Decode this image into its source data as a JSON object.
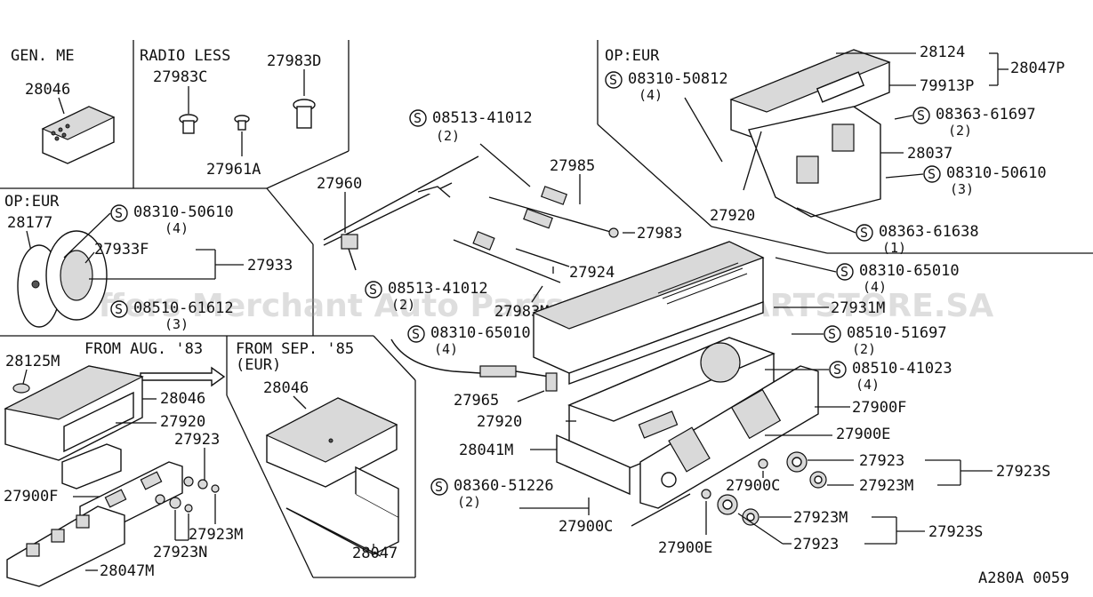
{
  "sections": {
    "gen_me": "GEN. ME",
    "radio_less": "RADIO LESS",
    "op_eur_top": "OP:EUR",
    "op_eur_left": "OP:EUR",
    "from_aug_83": "FROM AUG. '83",
    "from_sep_85": "FROM SEP. '85",
    "eur": "(EUR)"
  },
  "parts": {
    "p28046_a": "28046",
    "p27983c": "27983C",
    "p27983d": "27983D",
    "p27961a": "27961A",
    "p28177": "28177",
    "p27933f": "27933F",
    "p27933": "27933",
    "p28125m": "28125M",
    "p28046_b": "28046",
    "p27920_a": "27920",
    "p27923_a": "27923",
    "p27900f_a": "27900F",
    "p27923m_a": "27923M",
    "p27923n": "27923N",
    "p28047m": "28047M",
    "p28046_c": "28046",
    "p28047_b": "28047",
    "p27960": "27960",
    "p27985": "27985",
    "p27983": "27983",
    "p27924": "27924",
    "p27983m": "27983M",
    "p27931m": "27931M",
    "p27965": "27965",
    "p27920_b": "27920",
    "p28041m": "28041M",
    "p27900c_a": "27900C",
    "p27900c_b": "27900C",
    "p27900e_a": "27900E",
    "p27900e_b": "27900E",
    "p27900f_b": "27900F",
    "p27923_b": "27923",
    "p27923m_b": "27923M",
    "p27923s_a": "27923S",
    "p27923m_c": "27923M",
    "p27923_c": "27923",
    "p27923s_b": "27923S",
    "p28124": "28124",
    "p28047p": "28047P",
    "p79913p": "79913P",
    "p28037": "28037",
    "p27920_c": "27920"
  },
  "screws": {
    "s1": {
      "num": "08310-50610",
      "qty": "(4)"
    },
    "s2": {
      "num": "08510-61612",
      "qty": "(3)"
    },
    "s3": {
      "num": "08513-41012",
      "qty": "(2)"
    },
    "s4": {
      "num": "08513-41012",
      "qty": "(2)"
    },
    "s5": {
      "num": "08310-65010",
      "qty": "(4)"
    },
    "s6": {
      "num": "08360-51226",
      "qty": "(2)"
    },
    "s7": {
      "num": "08310-50812",
      "qty": "(4)"
    },
    "s8": {
      "num": "08363-61697",
      "qty": "(2)"
    },
    "s9": {
      "num": "08310-50610",
      "qty": "(3)"
    },
    "s10": {
      "num": "08363-61638",
      "qty": "(1)"
    },
    "s11": {
      "num": "08310-65010",
      "qty": "(4)"
    },
    "s12": {
      "num": "08510-51697",
      "qty": "(2)"
    },
    "s13": {
      "num": "08510-41023",
      "qty": "(4)"
    }
  },
  "screw_symbol": "S",
  "diagram_code": "A280A 0059",
  "watermark": "Offers Merchant Auto Parts Catalog PARTSTORE.SA"
}
